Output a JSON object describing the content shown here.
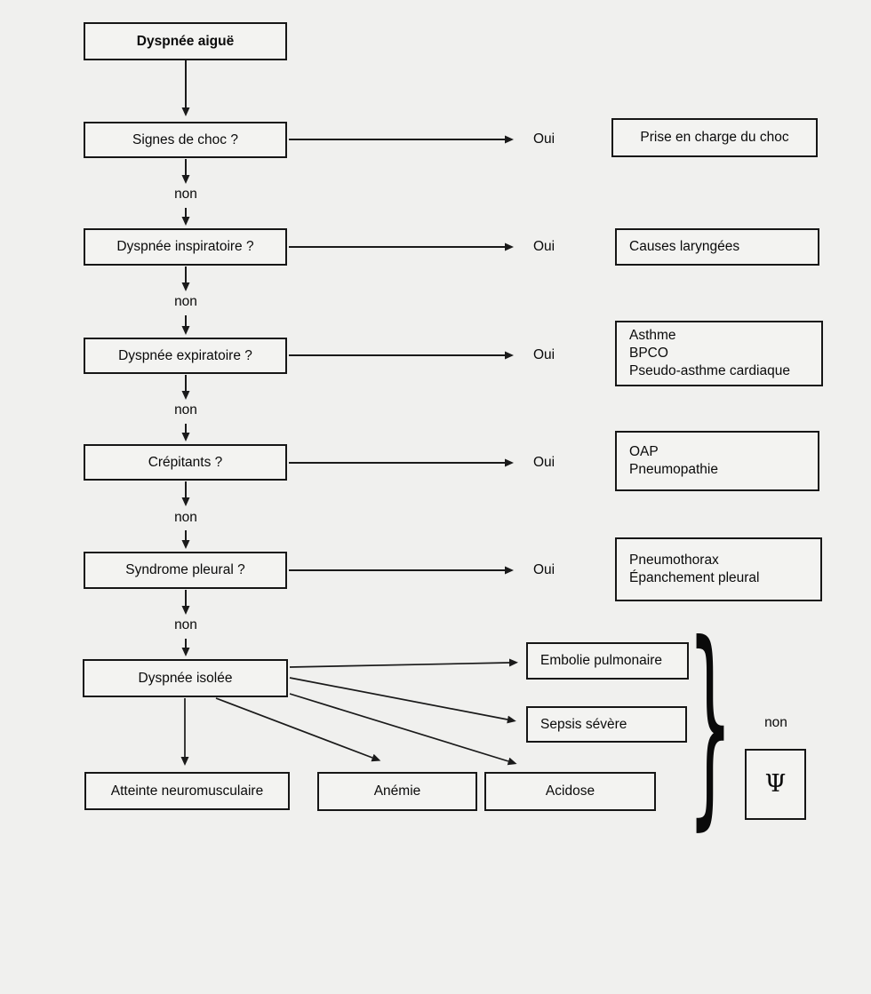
{
  "flow": {
    "title": "Dyspnée aiguë",
    "yes_label": "Oui",
    "no_label": "non",
    "questions": [
      {
        "label": "Signes de choc ?",
        "results": [
          "Prise en charge du choc"
        ]
      },
      {
        "label": "Dyspnée inspiratoire ?",
        "results": [
          "Causes laryngées"
        ]
      },
      {
        "label": "Dyspnée expiratoire ?",
        "results": [
          "Asthme",
          "BPCO",
          "Pseudo-asthme cardiaque"
        ]
      },
      {
        "label": "Crépitants ?",
        "results": [
          "OAP",
          "Pneumopathie"
        ]
      },
      {
        "label": "Syndrome pleural ?",
        "results": [
          "Pneumothorax",
          "Épanchement pleural"
        ]
      }
    ],
    "isolated": {
      "label": "Dyspnée isolée",
      "outcomes": [
        "Embolie pulmonaire",
        "Sepsis sévère",
        "Atteinte neuromusculaire",
        "Anémie",
        "Acidose"
      ]
    },
    "psy_group": {
      "brace_glyph": "}",
      "no_label": "non",
      "psi_symbol": "Ψ"
    }
  },
  "colors": {
    "background": "#f0f0ee",
    "box_fill": "#f3f3f1",
    "line": "#1a1a1a",
    "text": "#0a0a0a"
  }
}
